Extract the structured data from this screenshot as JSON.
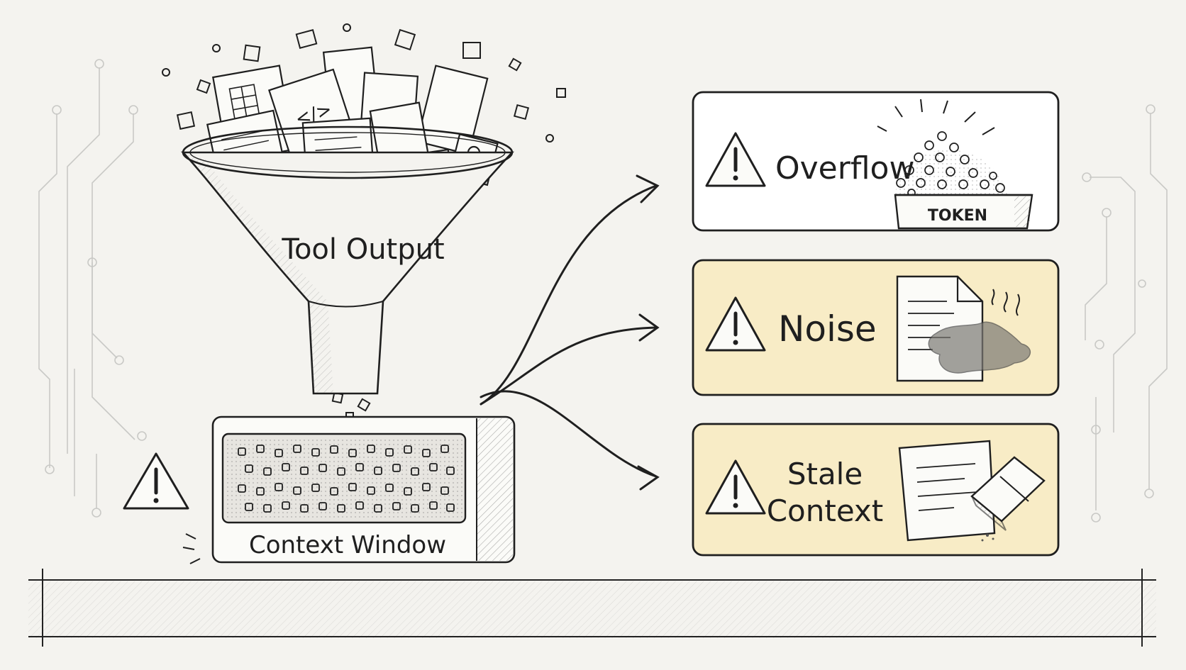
{
  "funnel": {
    "label": "Tool Output"
  },
  "context_window": {
    "label": "Context Window"
  },
  "issues": [
    {
      "title": "Overflow",
      "badge": "TOKEN",
      "tint": "#ffffff"
    },
    {
      "title": "Noise",
      "tint": "#f8ecc6"
    },
    {
      "title_lines": [
        "Stale",
        "Context"
      ],
      "tint": "#f8ecc6"
    }
  ],
  "colors": {
    "ink": "#1f1f1f",
    "paper": "#f4f3ef",
    "highlight": "#f8ecc6"
  },
  "icons": [
    "warning-icon",
    "code-doc-icon",
    "table-doc-icon",
    "image-doc-icon",
    "token-bucket-icon",
    "stained-document-icon",
    "eraser-icon",
    "arrow-icon"
  ]
}
